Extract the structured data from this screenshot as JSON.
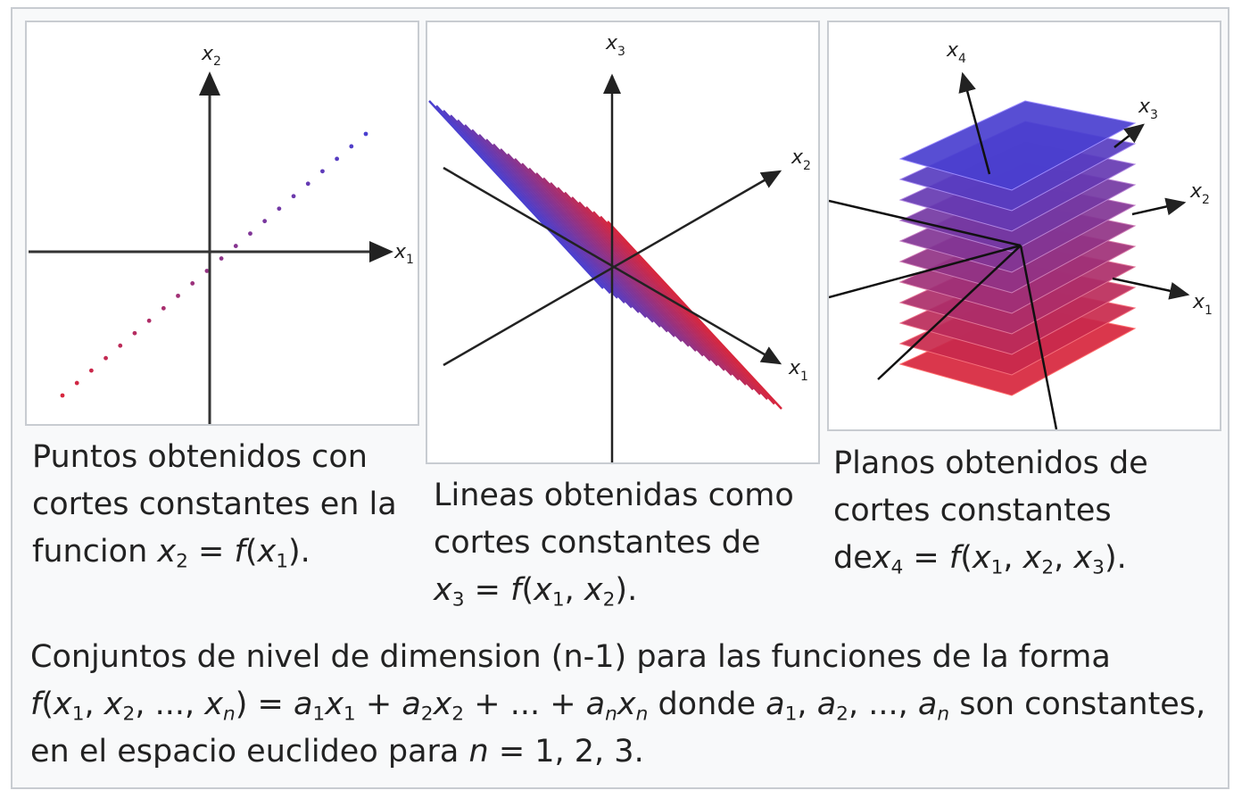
{
  "panels": [
    {
      "axes": {
        "x1": "x",
        "x1_sub": "1",
        "x2": "x",
        "x2_sub": "2"
      },
      "caption": {
        "line1": "Puntos obtenidos con",
        "line2": "cortes constantes en la",
        "prefix": "funcion ",
        "lhs": "x",
        "lhs_sub": "2",
        "eq": " = ",
        "f": "f",
        "open": "(",
        "arg1": "x",
        "arg1_sub": "1",
        "close": ")."
      }
    },
    {
      "axes": {
        "x1": "x",
        "x1_sub": "1",
        "x2": "x",
        "x2_sub": "2",
        "x3": "x",
        "x3_sub": "3"
      },
      "caption": {
        "line1": "Lineas obtenidas como",
        "line2": "cortes constantes de",
        "lhs": "x",
        "lhs_sub": "3",
        "eq": " = ",
        "f": "f",
        "open": "(",
        "arg1": "x",
        "arg1_sub": "1",
        "sep": ", ",
        "arg2": "x",
        "arg2_sub": "2",
        "close": ")."
      }
    },
    {
      "axes": {
        "x1": "x",
        "x1_sub": "1",
        "x2": "x",
        "x2_sub": "2",
        "x3": "x",
        "x3_sub": "3",
        "x4": "x",
        "x4_sub": "4"
      },
      "caption": {
        "line1": "Planos obtenidos de",
        "line2": "cortes constantes",
        "prefix": "de",
        "lhs": "x",
        "lhs_sub": "4",
        "eq": " = ",
        "f": "f",
        "open": "(",
        "arg1": "x",
        "arg1_sub": "1",
        "sep1": ", ",
        "arg2": "x",
        "arg2_sub": "2",
        "sep2": ", ",
        "arg3": "x",
        "arg3_sub": "3",
        "close": ")."
      }
    }
  ],
  "main_caption": {
    "line1": "Conjuntos de nivel de dimension (n-1) para las funciones de la forma",
    "f": "f",
    "open": "(",
    "x": "x",
    "s1": "1",
    "s2": "2",
    "sn": "n",
    "comma": ", ",
    "ellipsis": "...",
    "close_eq": ") = ",
    "a": "a",
    "plus": " + ",
    "donde": " donde ",
    "son": " son constantes,",
    "line3_prefix": "en el espacio euclideo para ",
    "n": "n",
    "line3_suffix": " = 1, 2, 3."
  },
  "colors": {
    "frame_border": "#c8ccd1",
    "frame_bg": "#f8f9fa",
    "blue_end": "#4a3fcf",
    "red_end": "#d7263d",
    "axis": "#222222"
  }
}
